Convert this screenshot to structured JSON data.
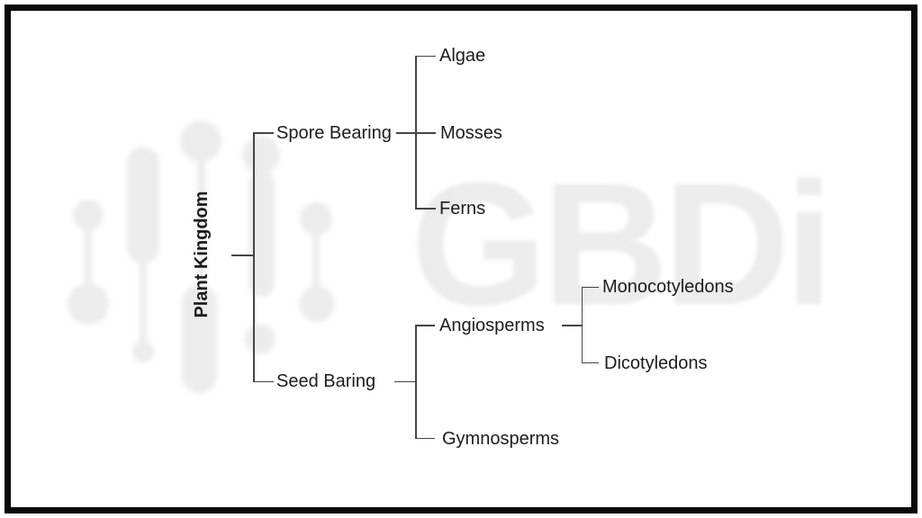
{
  "diagram": {
    "root": {
      "label": "Plant Kingdom"
    },
    "branches": [
      {
        "label": "Spore Bearing",
        "children": [
          {
            "label": "Algae"
          },
          {
            "label": "Mosses"
          },
          {
            "label": "Ferns"
          }
        ]
      },
      {
        "label": "Seed Baring",
        "children": [
          {
            "label": "Angiosperms",
            "children": [
              {
                "label": "Monocotyledons"
              },
              {
                "label": "Dicotyledons"
              }
            ]
          },
          {
            "label": "Gymnosperms"
          }
        ]
      }
    ]
  },
  "watermark": {
    "text": "GBDi"
  },
  "colors": {
    "line": "#454545",
    "text": "#1c1c1c",
    "watermark": "#ececec",
    "border": "#0a0a0a",
    "background": "#ffffff"
  }
}
